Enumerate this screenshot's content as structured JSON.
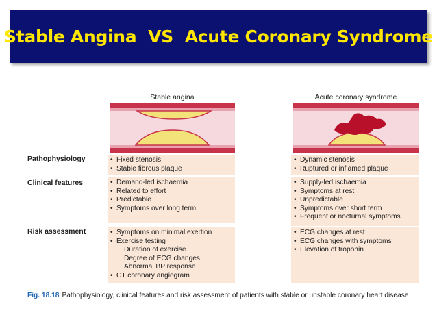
{
  "title": "Stable Angina  VS  Acute Coronary Syndrome",
  "columns": {
    "left": "Stable angina",
    "right": "Acute coronary syndrome"
  },
  "row_labels": {
    "pathophysiology": "Pathophysiology",
    "clinical": "Clinical features",
    "risk": "Risk assessment"
  },
  "stable": {
    "pathophysiology": [
      "Fixed stenosis",
      "Stable fibrous plaque"
    ],
    "clinical": [
      "Demand-led ischaemia",
      "Related to effort",
      "Predictable",
      "Symptoms over long term"
    ],
    "risk": [
      {
        "text": "Symptoms on minimal exertion",
        "sub": false
      },
      {
        "text": "Exercise testing",
        "sub": false
      },
      {
        "text": "Duration of exercise",
        "sub": true
      },
      {
        "text": "Degree of ECG changes",
        "sub": true
      },
      {
        "text": "Abnormal BP response",
        "sub": true
      },
      {
        "text": "CT coronary angiogram",
        "sub": false
      }
    ]
  },
  "acs": {
    "pathophysiology": [
      "Dynamic stenosis",
      "Ruptured or inflamed plaque"
    ],
    "clinical": [
      "Supply-led ischaemia",
      "Symptoms at rest",
      "Unpredictable",
      "Symptoms over short term",
      "Frequent or nocturnal symptoms"
    ],
    "risk": [
      {
        "text": "ECG changes at rest",
        "sub": false
      },
      {
        "text": "ECG changes with symptoms",
        "sub": false
      },
      {
        "text": "Elevation of troponin",
        "sub": false
      }
    ]
  },
  "caption": {
    "fig": "Fig. 18.18",
    "text": "Pathophysiology, clinical features and risk assessment of patients with stable or unstable coronary heart disease."
  },
  "colors": {
    "title_bg": "#0a1170",
    "title_text": "#ffe600",
    "panel_bg": "#fbe7d8",
    "vessel_wall": "#c8324a",
    "plaque": "#f3e27a",
    "thrombus": "#b8102a",
    "caption_fig": "#1f67b3"
  }
}
